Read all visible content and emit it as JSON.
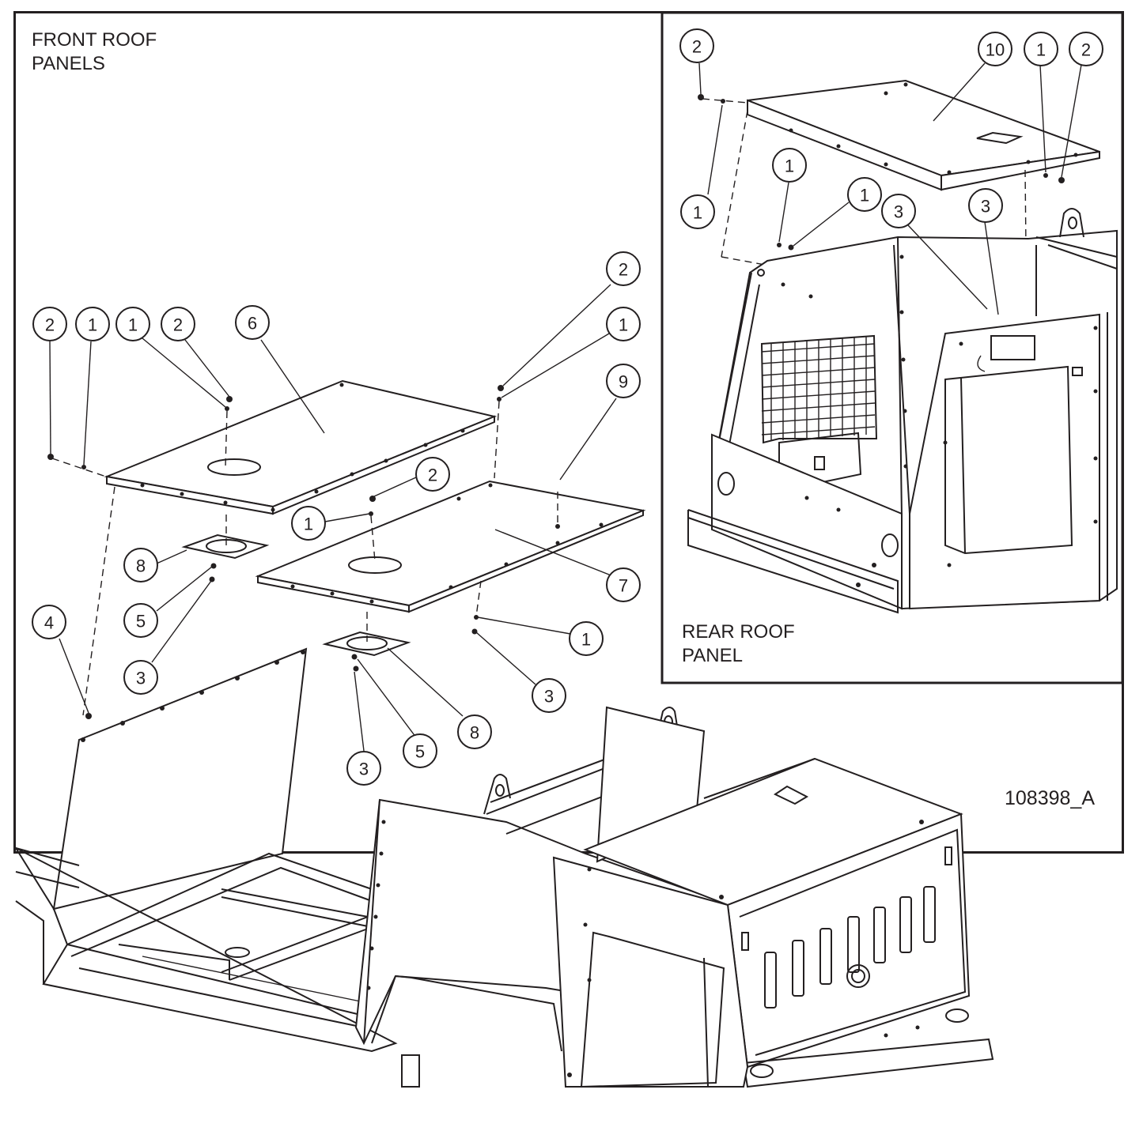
{
  "titles": {
    "front": "FRONT ROOF\nPANELS",
    "rear": "REAR ROOF\nPANEL",
    "drawing_id": "108398_A"
  },
  "colors": {
    "line": "#231f20",
    "background": "#ffffff"
  },
  "callouts": [
    {
      "id": "c1",
      "label": "2"
    },
    {
      "id": "c2",
      "label": "1"
    },
    {
      "id": "c3",
      "label": "1"
    },
    {
      "id": "c4",
      "label": "2"
    },
    {
      "id": "c5",
      "label": "6"
    },
    {
      "id": "c6",
      "label": "2"
    },
    {
      "id": "c7",
      "label": "1"
    },
    {
      "id": "c8",
      "label": "9"
    },
    {
      "id": "c9",
      "label": "2"
    },
    {
      "id": "c10",
      "label": "1"
    },
    {
      "id": "c11",
      "label": "8"
    },
    {
      "id": "c12",
      "label": "7"
    },
    {
      "id": "c13",
      "label": "5"
    },
    {
      "id": "c14",
      "label": "3"
    },
    {
      "id": "c15",
      "label": "4"
    },
    {
      "id": "c16",
      "label": "1"
    },
    {
      "id": "c17",
      "label": "3"
    },
    {
      "id": "c18",
      "label": "8"
    },
    {
      "id": "c19",
      "label": "5"
    },
    {
      "id": "c20",
      "label": "3"
    },
    {
      "id": "c21",
      "label": "2"
    },
    {
      "id": "c22",
      "label": "10"
    },
    {
      "id": "c23",
      "label": "1"
    },
    {
      "id": "c24",
      "label": "2"
    },
    {
      "id": "c25",
      "label": "1"
    },
    {
      "id": "c26",
      "label": "1"
    },
    {
      "id": "c27",
      "label": "3"
    },
    {
      "id": "c28",
      "label": "3"
    },
    {
      "id": "c29",
      "label": "1"
    }
  ]
}
